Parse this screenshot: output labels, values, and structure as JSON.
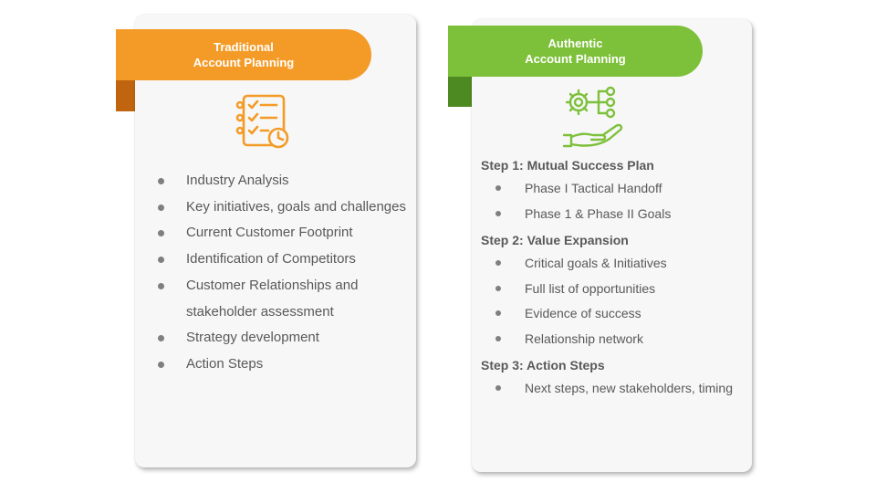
{
  "traditional": {
    "title_line1": "Traditional",
    "title_line2": "Account Planning",
    "color": "#f49b27",
    "icon": "checklist-clock-icon",
    "items": [
      "Industry Analysis",
      "Key initiatives, goals and challenges",
      "Current Customer Footprint",
      "Identification of Competitors",
      "Customer Relationships and stakeholder assessment",
      "Strategy development",
      "Action Steps"
    ]
  },
  "authentic": {
    "title_line1": "Authentic",
    "title_line2": "Account Planning",
    "color": "#7dc03a",
    "icon": "hand-gear-network-icon",
    "steps": [
      {
        "title": "Step 1: Mutual Success Plan",
        "items": [
          "Phase I Tactical Handoff",
          "Phase 1 & Phase II Goals"
        ]
      },
      {
        "title": "Step 2: Value Expansion",
        "items": [
          "Critical goals & Initiatives",
          "Full list of opportunities",
          "Evidence of success",
          "Relationship network"
        ]
      },
      {
        "title": "Step 3: Action Steps",
        "items": [
          "Next steps, new stakeholders, timing"
        ]
      }
    ]
  }
}
